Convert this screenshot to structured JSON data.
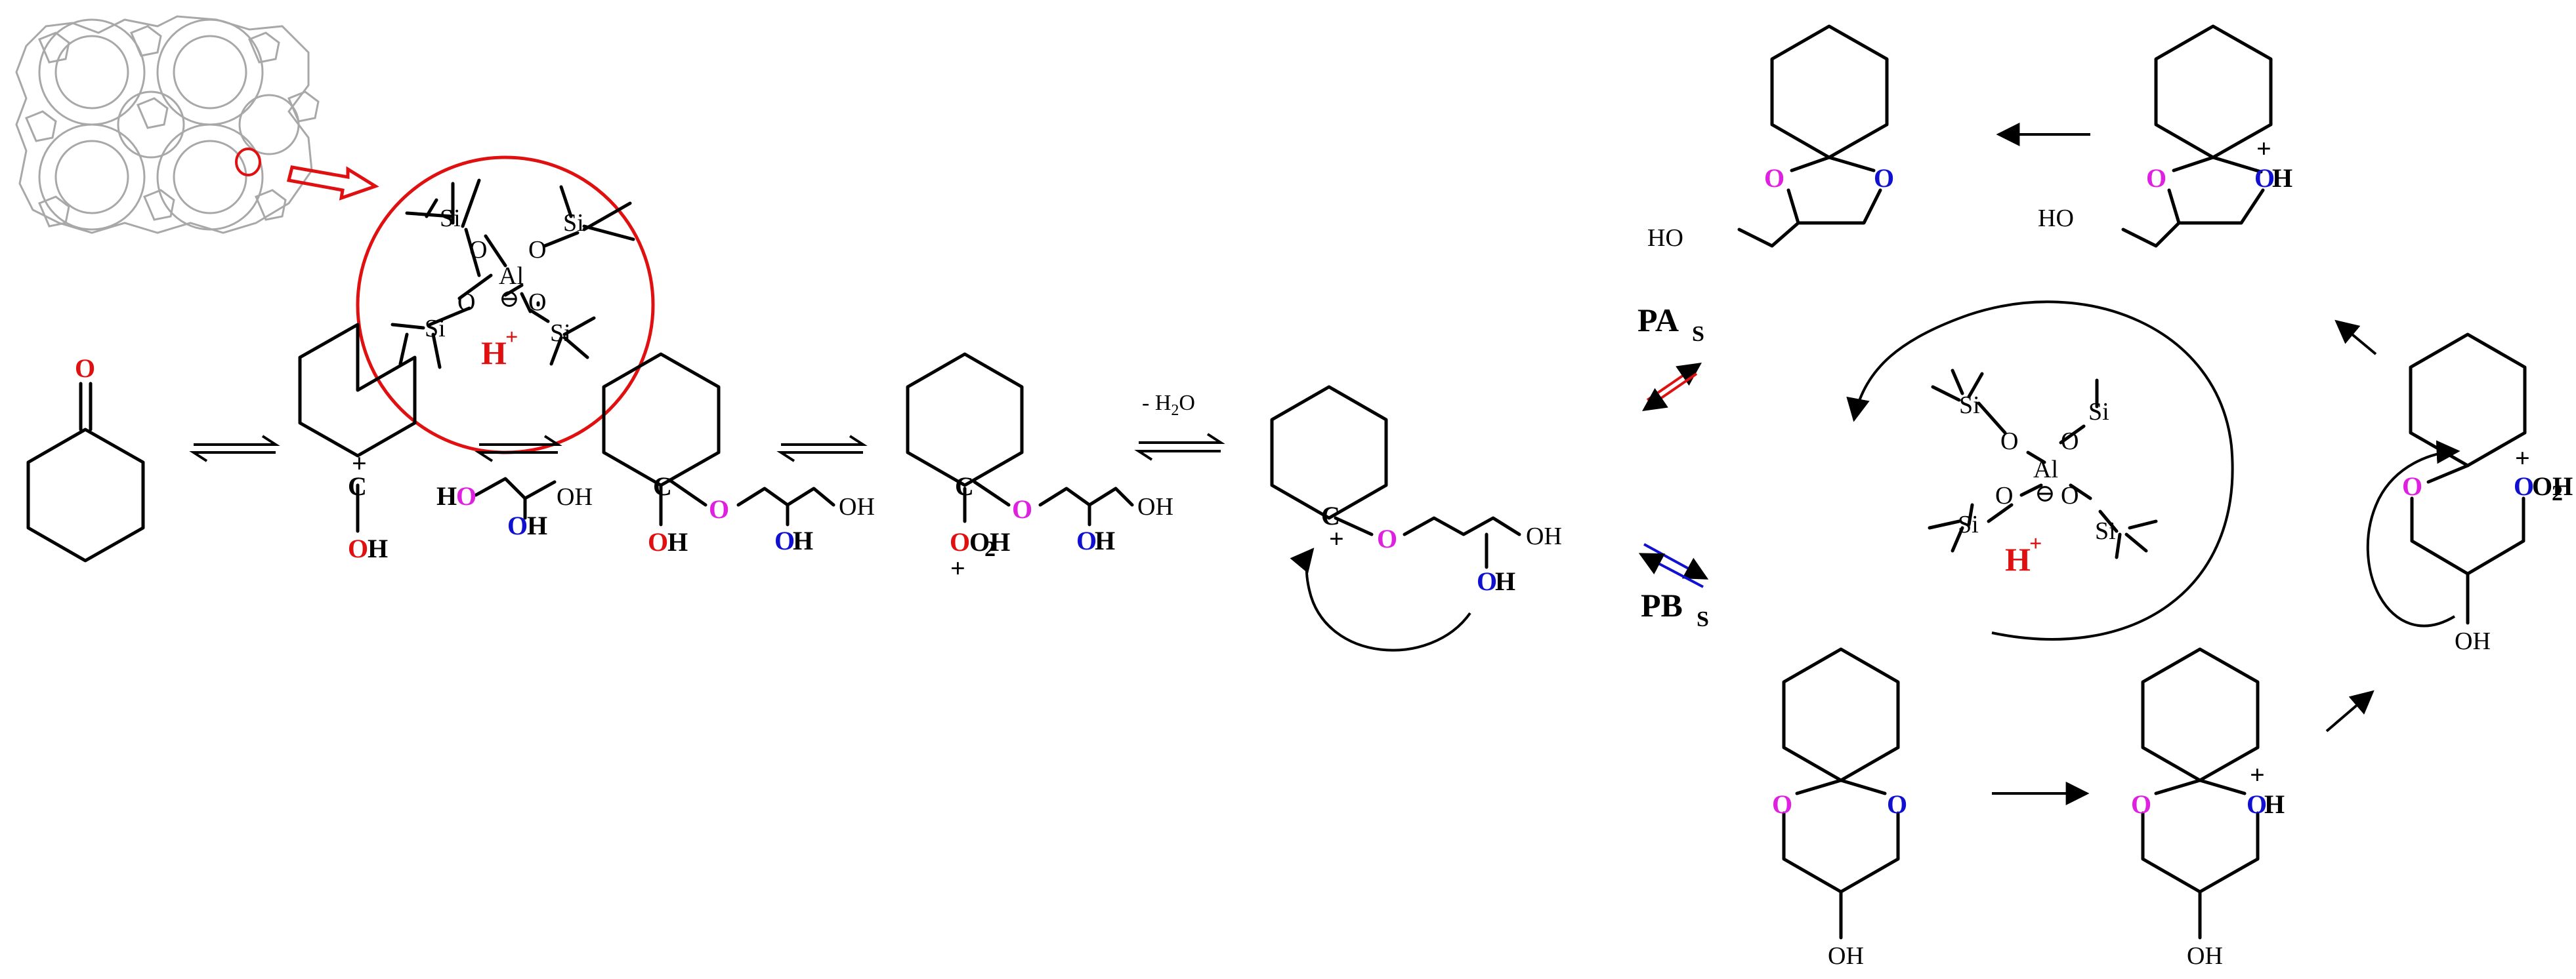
{
  "colors": {
    "black": "#000000",
    "red": "#e01010",
    "blue": "#1010d0",
    "magenta": "#e020e0",
    "gray": "#a8a8a8"
  },
  "atoms": {
    "carbonyl_O": "O",
    "carbocation_C": "C",
    "plus": "+",
    "minus": "⊖",
    "OH": "OH",
    "HO": "HO",
    "O": "O",
    "H": "H",
    "OH2": "OH",
    "two": "2",
    "Si": "Si",
    "Al": "Al",
    "H_plus": "H"
  },
  "labels": {
    "dehydration": "- H",
    "dehydration_sub": "2",
    "dehydration_tail": "O",
    "pathway_A": "PA",
    "pathway_A_sub": "S",
    "pathway_B": "PB",
    "pathway_B_sub": "S"
  },
  "icons": {
    "zeolite": "zeolite-framework-icon",
    "active_site": "bronsted-acid-site-icon"
  }
}
